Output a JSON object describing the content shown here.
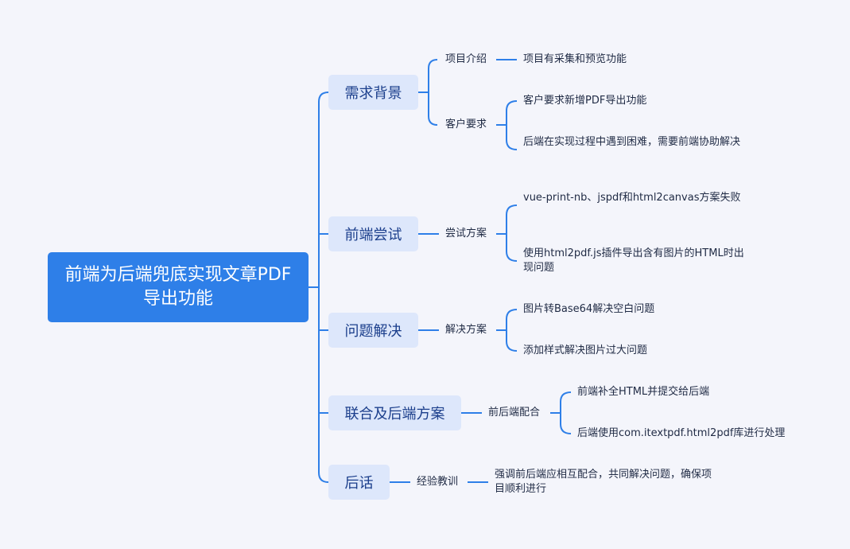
{
  "colors": {
    "background": "#f4f5fb",
    "root_fill": "#2e7fe8",
    "branch_fill": "#dde7fb",
    "connector": "#2e7fe8"
  },
  "root": {
    "title": "前端为后端兜底实现文章PDF导出功能"
  },
  "branches": [
    {
      "label": "需求背景",
      "subs": [
        {
          "label": "项目介绍",
          "leaves": [
            "项目有采集和预览功能"
          ]
        },
        {
          "label": "客户要求",
          "leaves": [
            "客户要求新增PDF导出功能",
            "后端在实现过程中遇到困难，需要前端协助解决"
          ]
        }
      ]
    },
    {
      "label": "前端尝试",
      "subs": [
        {
          "label": "尝试方案",
          "leaves": [
            "vue-print-nb、jspdf和html2canvas方案失败",
            "使用html2pdf.js插件导出含有图片的HTML时出现问题"
          ]
        }
      ]
    },
    {
      "label": "问题解决",
      "subs": [
        {
          "label": "解决方案",
          "leaves": [
            "图片转Base64解决空白问题",
            "添加样式解决图片过大问题"
          ]
        }
      ]
    },
    {
      "label": "联合及后端方案",
      "subs": [
        {
          "label": "前后端配合",
          "leaves": [
            "前端补全HTML并提交给后端",
            "后端使用com.itextpdf.html2pdf库进行处理"
          ]
        }
      ]
    },
    {
      "label": "后话",
      "subs": [
        {
          "label": "经验教训",
          "leaves": [
            "强调前后端应相互配合，共同解决问题，确保项目顺利进行"
          ]
        }
      ]
    }
  ]
}
